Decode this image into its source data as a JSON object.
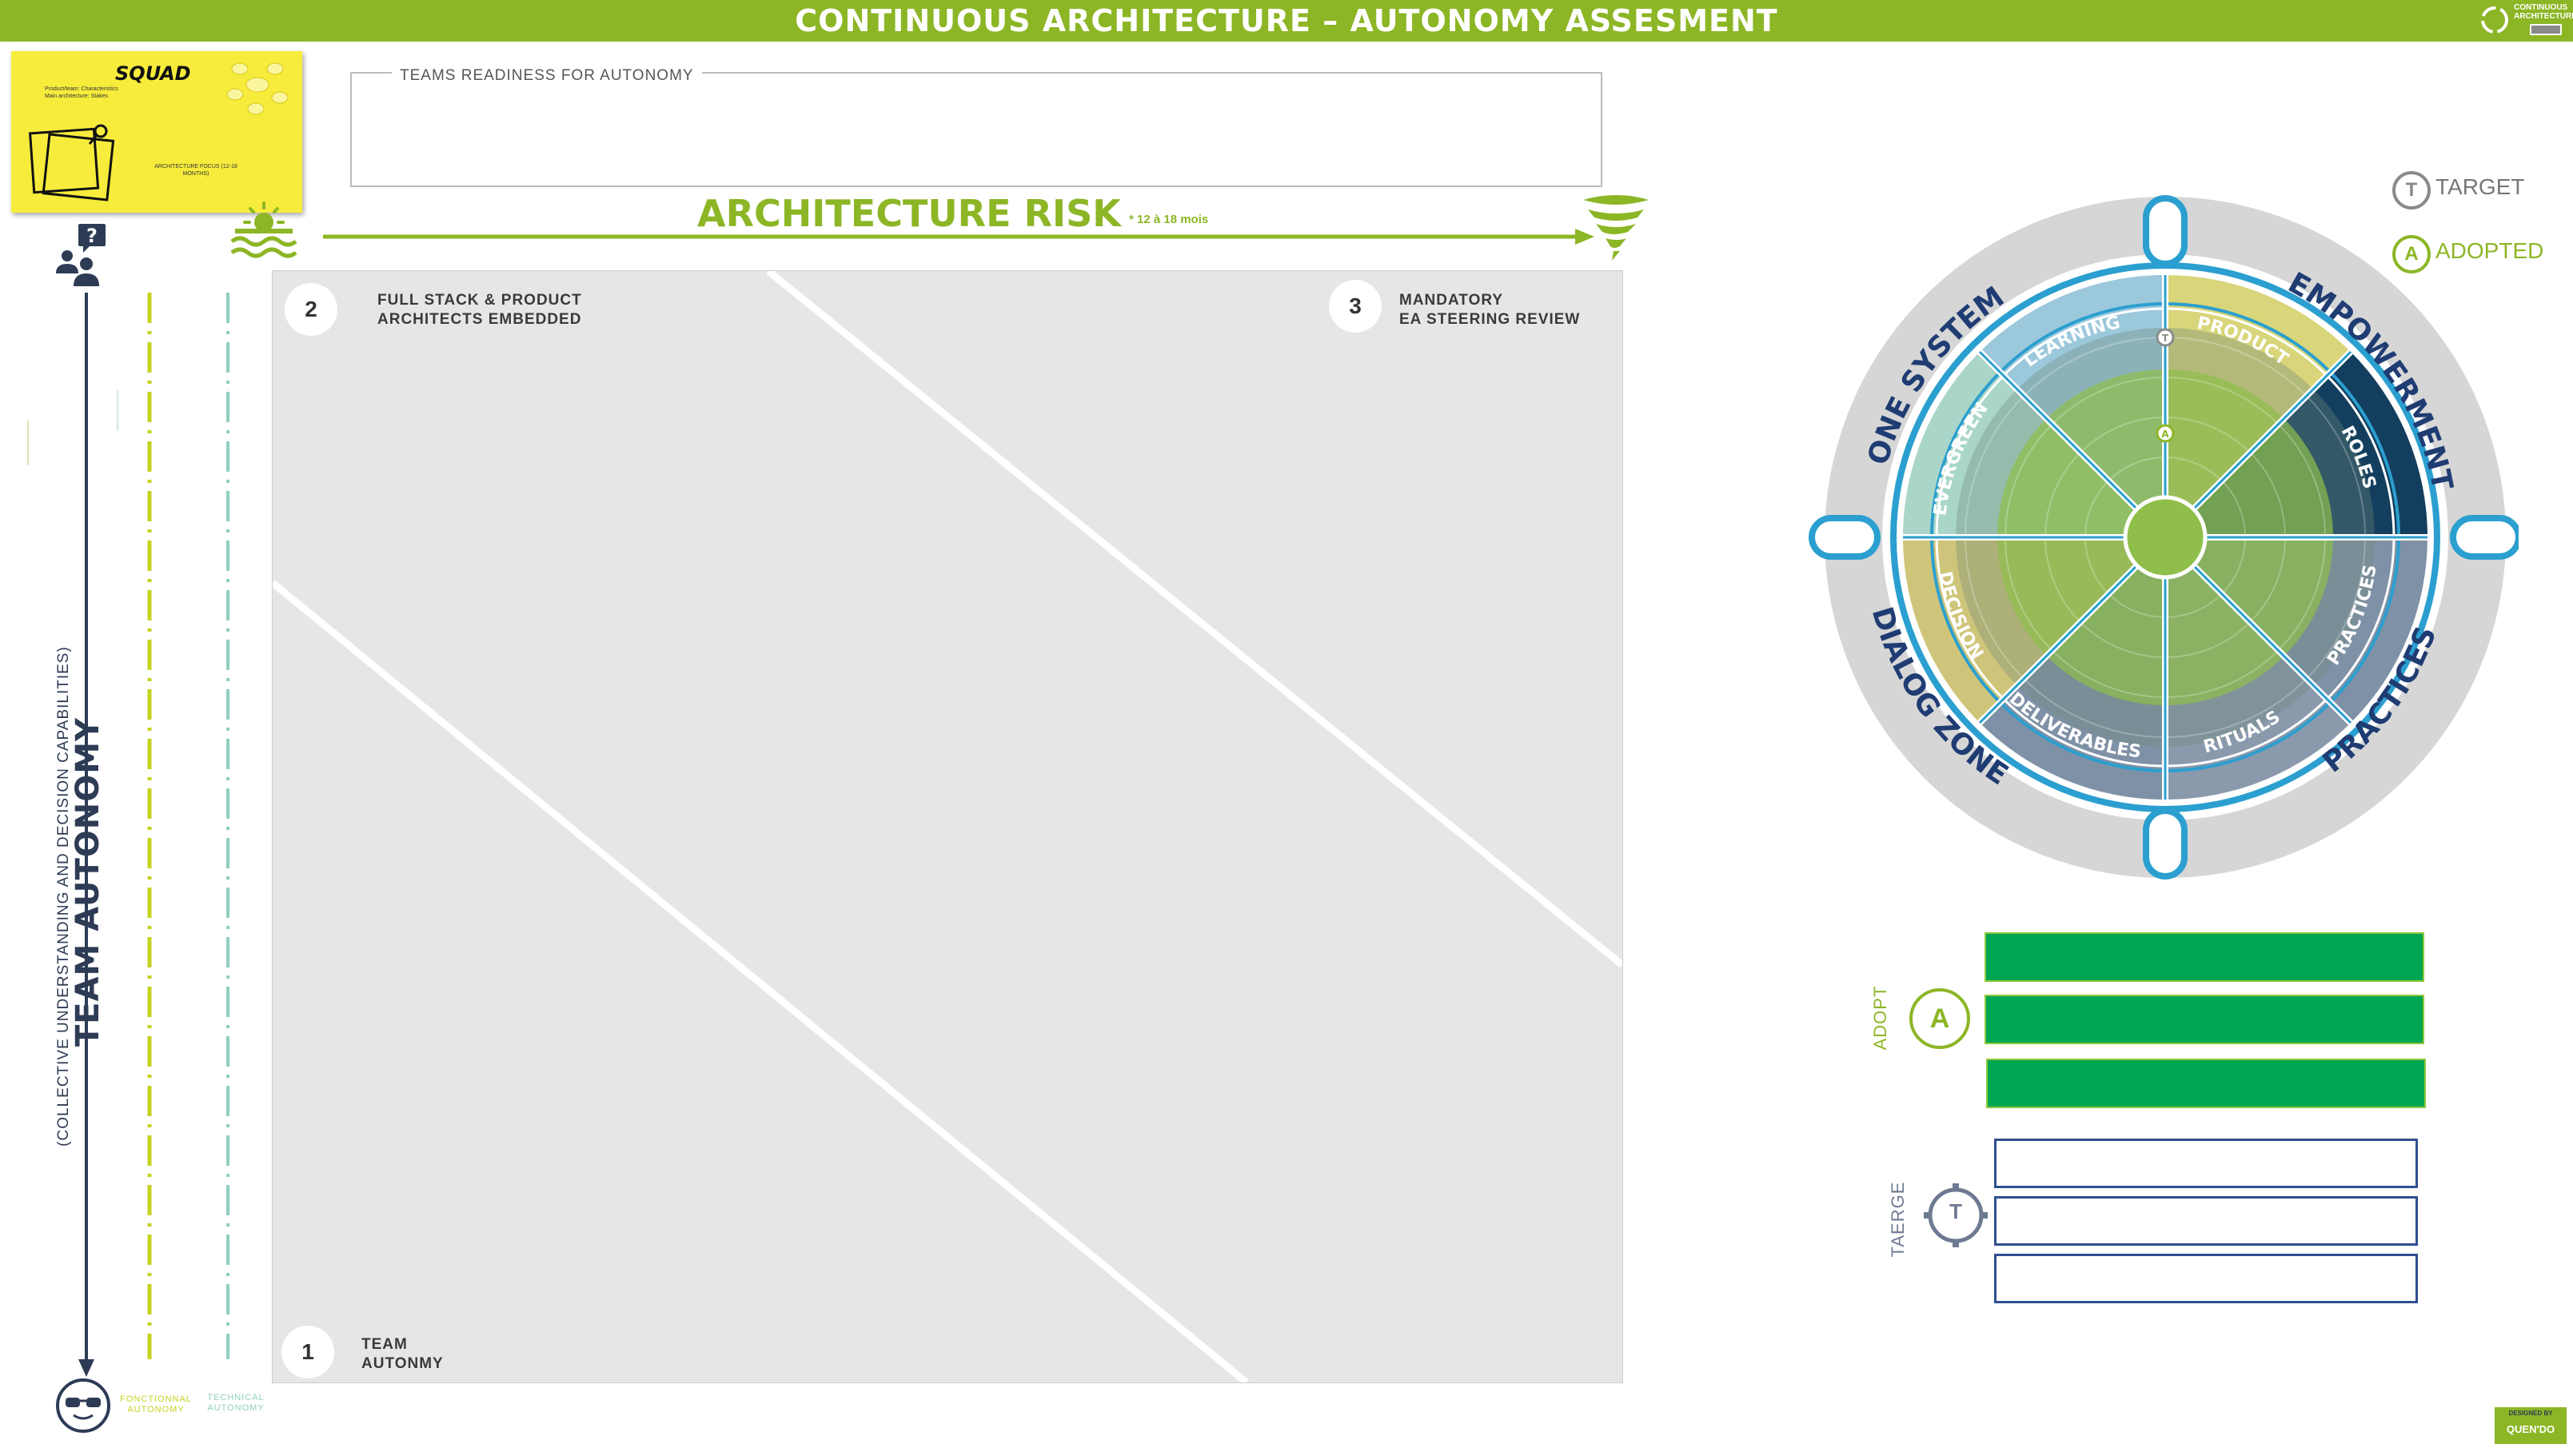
{
  "header": {
    "title": "CONTINUOUS ARCHITECTURE – AUTONOMY ASSESMENT",
    "logo_text": "CONTINUOUS ARCHITECTURE"
  },
  "squad_card": {
    "title": "SQUAD",
    "line1": "Product/team: Characteristics",
    "line2": "Main architecture: Stakes",
    "focus": "ARCHITECTURE FOCUS (12-18 MONTHS)"
  },
  "readiness": {
    "label": "TEAMS READINESS FOR AUTONOMY"
  },
  "risk": {
    "label": "ARCHITECTURE RISK",
    "note": "* 12 à 18 mois"
  },
  "quadrants": [
    {
      "number": "2",
      "line1": "FULL STACK & PRODUCT",
      "line2": "ARCHITECTS EMBEDDED"
    },
    {
      "number": "3",
      "line1": "MANDATORY",
      "line2": "EA STEERING REVIEW"
    },
    {
      "number": "1",
      "line1": "TEAM",
      "line2": "AUTONMY"
    }
  ],
  "axis": {
    "title": "TEAM AUTONOMY",
    "subtitle": "(COLLECTIVE UNDERSTANDING AND DECISION CAPABILITIES)",
    "functional_label_1": "FONCTIONNAL",
    "functional_label_2": "AUTONOMY",
    "technical_label_1": "TECHNICAL",
    "technical_label_2": "AUTONOMY"
  },
  "legend": {
    "target_letter": "T",
    "target_label": "TARGET",
    "adopted_letter": "A",
    "adopted_label": "ADOPTED"
  },
  "wheel": {
    "outer_labels": [
      "ONE SYSTEM",
      "EMPOWERMENT",
      "PRACTICES",
      "DIALOG ZONE"
    ],
    "segment_labels": [
      "LEARNING",
      "PRODUCT",
      "ROLES",
      "PRACTICES",
      "RITUALS",
      "DELIVERABLES",
      "DECISION",
      "EVERGREEN"
    ],
    "marker_target": "T",
    "marker_adopted": "A"
  },
  "adopt_section": {
    "label": "ADOPT",
    "letter": "A"
  },
  "target_section": {
    "label": "TAERGE",
    "letter": "T"
  },
  "footer": {
    "designed_by": "DESIGNED BY",
    "brand": "QUEN'DO"
  },
  "colors": {
    "header_green": "#8cb625",
    "navy": "#2d3b55",
    "bar_green": "#00a651",
    "bar_blue_border": "#2f4f8f",
    "quadrant_gray": "#e6e6e6"
  }
}
